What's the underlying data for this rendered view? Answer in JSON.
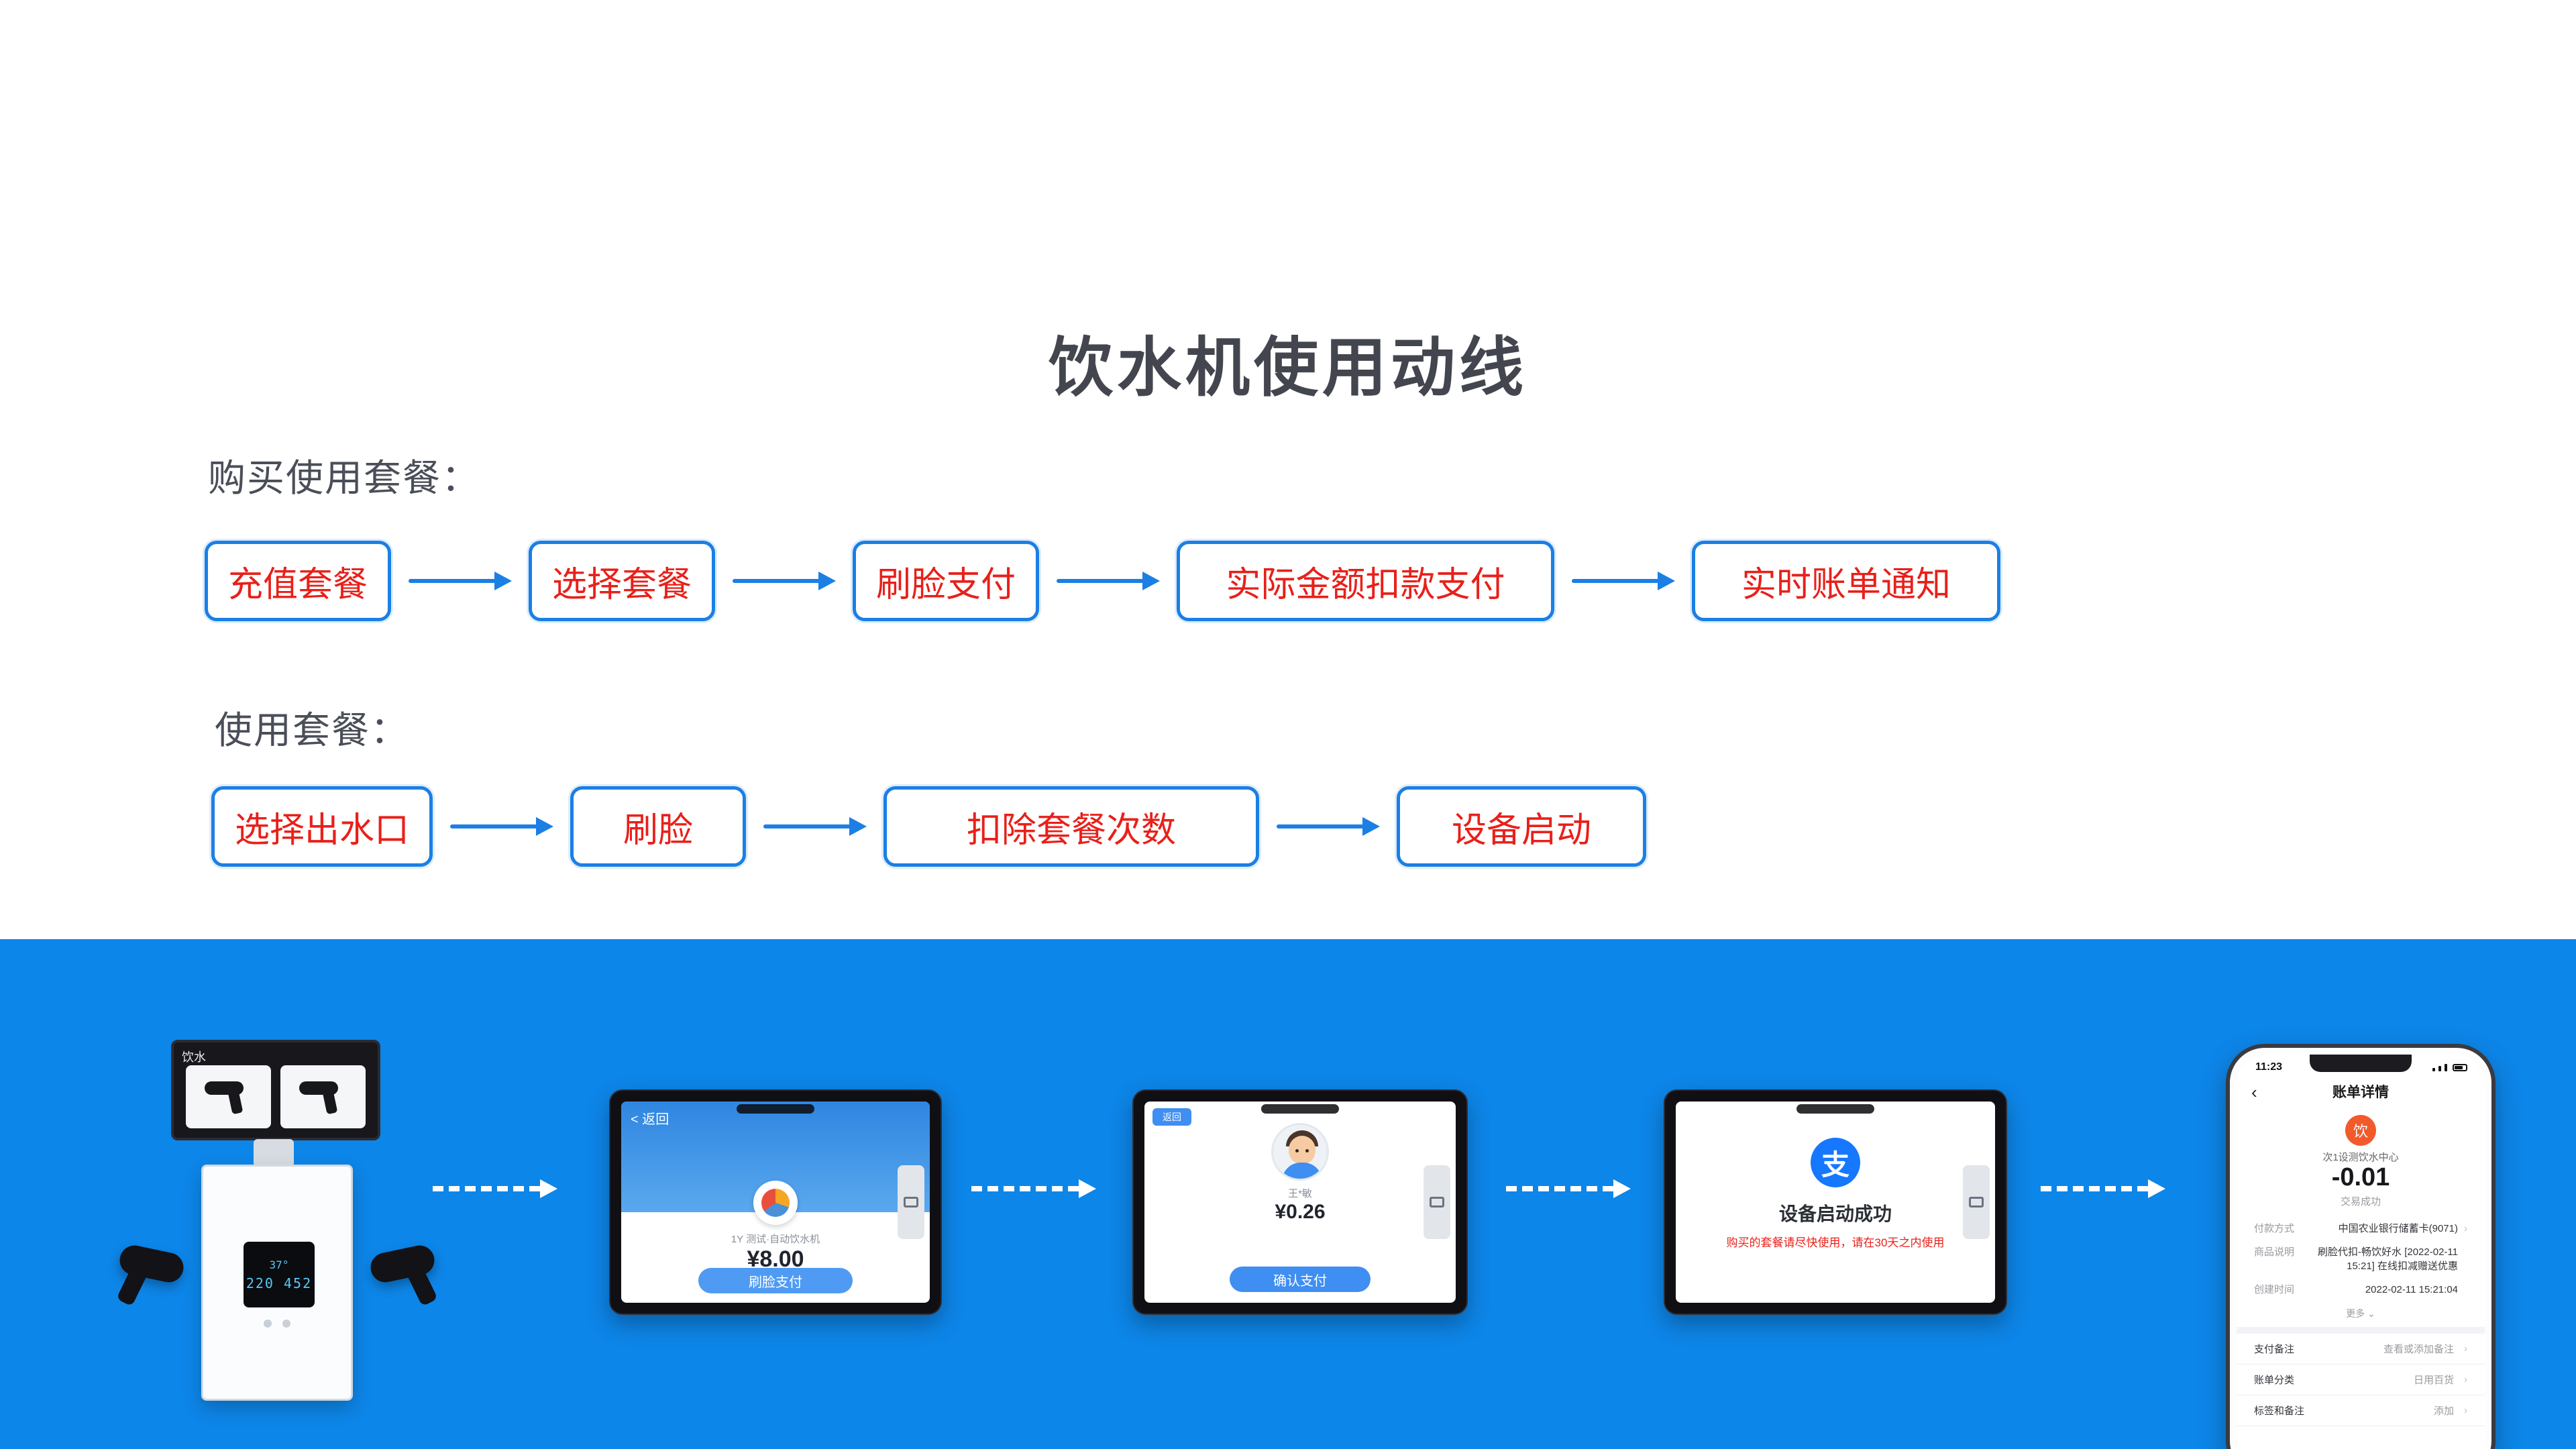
{
  "title": "饮水机使用动线",
  "flow_purchase": {
    "label": "购买使用套餐：",
    "steps": [
      "充值套餐",
      "选择套餐",
      "刷脸支付",
      "实际金额扣款支付",
      "实时账单通知"
    ]
  },
  "flow_use": {
    "label": "使用套餐：",
    "steps": [
      "选择出水口",
      "刷脸",
      "扣除套餐次数",
      "设备启动"
    ]
  },
  "colors": {
    "accent_blue": "#1b7fe4",
    "step_text_red": "#e8201a",
    "banner_blue": "#0d86e9",
    "title_gray": "#43464e",
    "alipay_blue": "#1677ff"
  },
  "banner": {
    "dispenser": {
      "screen_title": "饮水",
      "lcd_top": "37°",
      "lcd_bottom": "220 452"
    },
    "tablet_pay": {
      "back_label": "< 返回",
      "merchant": "1Y 测试·自动饮水机",
      "amount": "¥8.00",
      "button": "刷脸支付"
    },
    "tablet_face": {
      "back_label": "返回",
      "user": "王*敏",
      "amount": "¥0.26",
      "button": "确认支付"
    },
    "tablet_success": {
      "logo_glyph": "支",
      "title": "设备启动成功",
      "note": "购买的套餐请尽快使用，请在30天之内使用"
    },
    "phone": {
      "status_time": "11:23",
      "nav_back": "‹",
      "nav_title": "账单详情",
      "merchant_icon_glyph": "饮",
      "merchant": "次1设测饮水中心",
      "amount": "-0.01",
      "state": "交易成功",
      "detail_rows": [
        {
          "label": "付款方式",
          "value": "中国农业银行储蓄卡(9071)",
          "chevron": "›"
        },
        {
          "label": "商品说明",
          "value": "刷脸代扣-畅饮好水 [2022-02-11 15:21] 在线扣减赠送优惠",
          "chevron": ""
        },
        {
          "label": "创建时间",
          "value": "2022-02-11 15:21:04",
          "chevron": ""
        }
      ],
      "more_label": "更多 ⌄",
      "extra_rows": [
        {
          "label": "支付备注",
          "value": "查看或添加备注",
          "chevron": "›"
        },
        {
          "label": "账单分类",
          "value": "日用百货",
          "chevron": "›"
        },
        {
          "label": "标签和备注",
          "value": "添加",
          "chevron": "›"
        }
      ]
    }
  }
}
